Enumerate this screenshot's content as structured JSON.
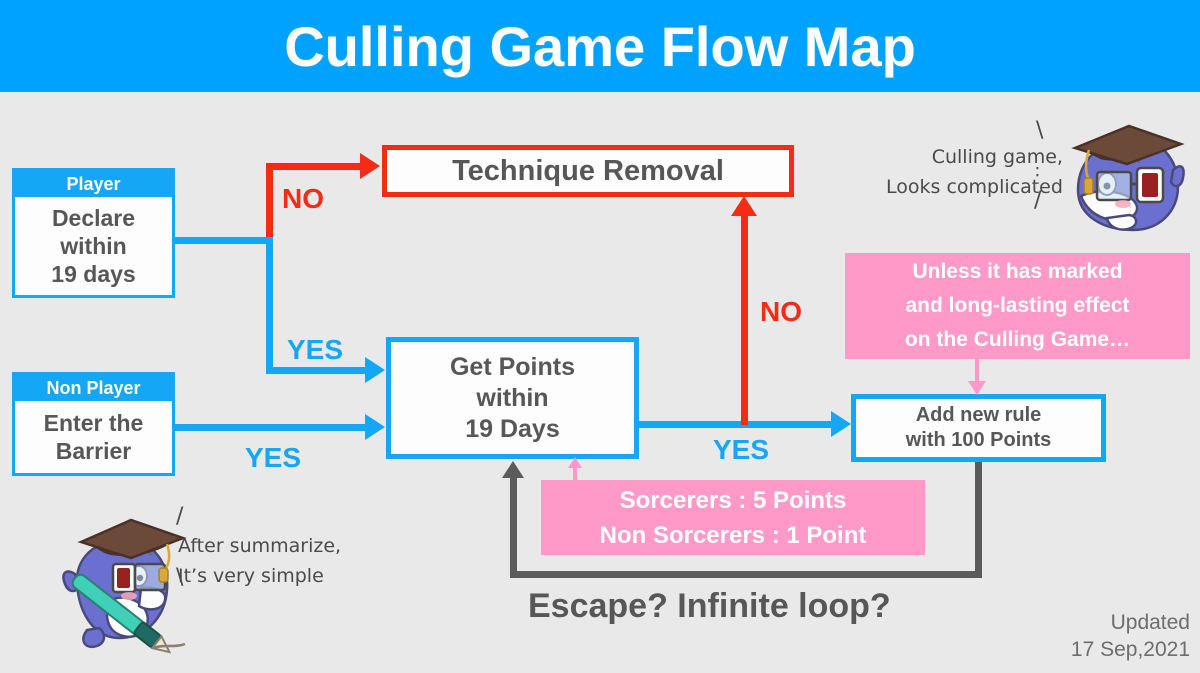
{
  "header": {
    "title": "Culling Game Flow Map",
    "bg_color": "#00A2FF",
    "text_color": "#FFFFFF"
  },
  "palette": {
    "background": "#E9E9E9",
    "blue": "#14A7F5",
    "red": "#F42B15",
    "pink": "#FF9AC8",
    "gray": "#5B5B5B",
    "text_gray": "#575757"
  },
  "nodes": {
    "player": {
      "caption": "Player",
      "body": "Declare within 19 days",
      "body_lines": [
        "Declare",
        "within",
        "19 days"
      ]
    },
    "non_player": {
      "caption": "Non Player",
      "body": "Enter the Barrier",
      "body_lines": [
        "Enter the",
        "Barrier"
      ]
    },
    "technique_removal": {
      "label": "Technique Removal",
      "border_color": "#F42B15"
    },
    "get_points": {
      "label": "Get Points within 19 Days",
      "lines": [
        "Get Points",
        "within",
        "19 Days"
      ],
      "border_color": "#14A7F5"
    },
    "add_rule": {
      "label": "Add new rule with 100 Points",
      "lines": [
        "Add new rule",
        "with 100 Points"
      ],
      "border_color": "#14A7F5"
    }
  },
  "notes": {
    "unless": {
      "lines": [
        "Unless it has marked",
        "and long-lasting effect",
        "on the Culling Game…"
      ]
    },
    "points": {
      "lines": [
        "Sorcerers : 5 Points",
        "Non Sorcerers : 1 Point"
      ]
    }
  },
  "edge_labels": {
    "no_top": "NO",
    "yes_player": "YES",
    "yes_non_player": "YES",
    "no_right": "NO",
    "yes_bottom": "YES"
  },
  "loop": {
    "caption": "Escape? Infinite loop?"
  },
  "mascots": {
    "top_right": {
      "speech_lines": [
        "Culling game,",
        "Looks complicated"
      ],
      "emoticon": "∶"
    },
    "bottom_left": {
      "speech_lines": [
        "After summarize,",
        "It’s very simple"
      ]
    }
  },
  "footer": {
    "updated_label": "Updated",
    "updated_date": "17 Sep,2021"
  }
}
